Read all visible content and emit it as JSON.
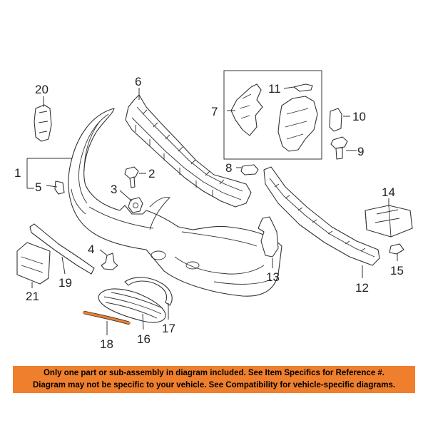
{
  "callouts": [
    {
      "id": "c1",
      "number": "1"
    },
    {
      "id": "c2",
      "number": "2"
    },
    {
      "id": "c3",
      "number": "3"
    },
    {
      "id": "c4",
      "number": "4"
    },
    {
      "id": "c5",
      "number": "5"
    },
    {
      "id": "c6",
      "number": "6"
    },
    {
      "id": "c7",
      "number": "7"
    },
    {
      "id": "c8",
      "number": "8"
    },
    {
      "id": "c9",
      "number": "9"
    },
    {
      "id": "c10",
      "number": "10"
    },
    {
      "id": "c11",
      "number": "11"
    },
    {
      "id": "c12",
      "number": "12"
    },
    {
      "id": "c13",
      "number": "13"
    },
    {
      "id": "c14",
      "number": "14"
    },
    {
      "id": "c15",
      "number": "15"
    },
    {
      "id": "c16",
      "number": "16"
    },
    {
      "id": "c17",
      "number": "17"
    },
    {
      "id": "c18",
      "number": "18"
    },
    {
      "id": "c19",
      "number": "19"
    },
    {
      "id": "c20",
      "number": "20"
    },
    {
      "id": "c21",
      "number": "21"
    }
  ],
  "highlight_color": "#f07f2d",
  "highlighted_part": "18",
  "notice": {
    "line1": "Only one part or sub-assembly in diagram included. See Item Specifics for Reference #.",
    "line2": "Diagram may not be specific to your vehicle. See Compatibility for vehicle-specific diagrams."
  }
}
